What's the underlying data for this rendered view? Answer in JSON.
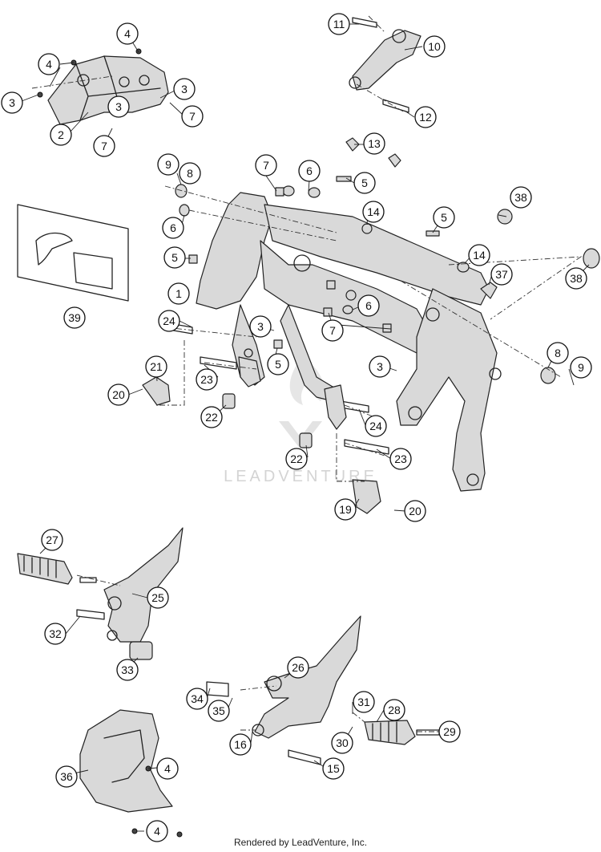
{
  "callouts": [
    "1",
    "2",
    "3",
    "3",
    "3",
    "3",
    "3",
    "3",
    "4",
    "4",
    "4",
    "4",
    "5",
    "5",
    "5",
    "5",
    "6",
    "6",
    "6",
    "7",
    "7",
    "7",
    "7",
    "7",
    "8",
    "8",
    "9",
    "9",
    "10",
    "11",
    "12",
    "13",
    "14",
    "14",
    "15",
    "16",
    "19",
    "20",
    "20",
    "20",
    "21",
    "22",
    "22",
    "23",
    "23",
    "24",
    "24",
    "25",
    "26",
    "27",
    "28",
    "29",
    "30",
    "31",
    "32",
    "33",
    "34",
    "35",
    "36",
    "37",
    "38",
    "38",
    "39"
  ],
  "watermark": {
    "text": "LEADVENTURE"
  },
  "footer": {
    "text": "Rendered by LeadVenture, Inc."
  }
}
